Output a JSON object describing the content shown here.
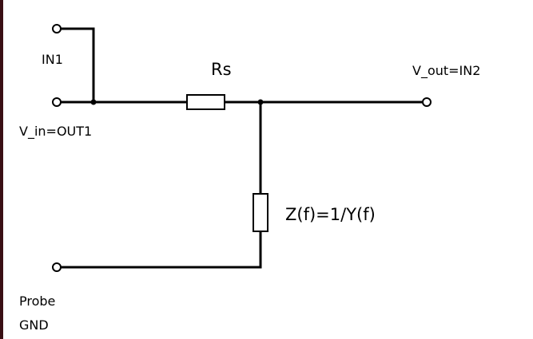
{
  "labels": {
    "in1": "IN1",
    "v_in": "V_in=OUT1",
    "rs": "Rs",
    "v_out": "V_out=IN2",
    "z": "Z(f)=1/Y(f)",
    "probe": "Probe",
    "gnd": "GND"
  },
  "colors": {
    "wire": "#000000",
    "background": "#ffffff",
    "left_edge": "#3a0f14"
  }
}
